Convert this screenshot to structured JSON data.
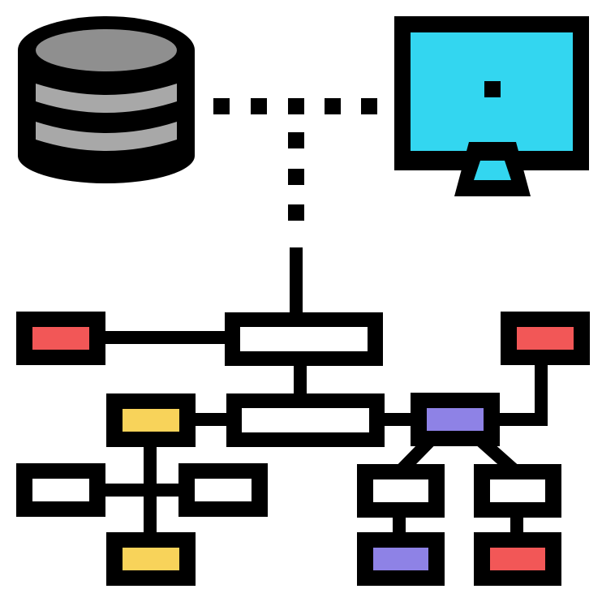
{
  "palette": {
    "outline": "#000000",
    "background": "#ffffff",
    "database_fill": "#8f8f8f",
    "database_band": "#a8a8a8",
    "screen": "#33d6f0",
    "red": "#f25757",
    "yellow": "#f8d35a",
    "purple": "#8e82e6",
    "white": "#ffffff"
  },
  "icons": {
    "database": "database-icon",
    "monitor": "monitor-icon",
    "network": "network-hierarchy-icon"
  },
  "nodes": [
    {
      "id": "root",
      "fill": "white"
    },
    {
      "id": "hub",
      "fill": "white"
    },
    {
      "id": "left-red",
      "fill": "red"
    },
    {
      "id": "right-red",
      "fill": "red"
    },
    {
      "id": "yellow-top",
      "fill": "yellow"
    },
    {
      "id": "yellow-bottom",
      "fill": "yellow"
    },
    {
      "id": "left-white",
      "fill": "white"
    },
    {
      "id": "center-white",
      "fill": "white"
    },
    {
      "id": "purple-hub",
      "fill": "purple"
    },
    {
      "id": "tree-white-left",
      "fill": "white"
    },
    {
      "id": "tree-white-right",
      "fill": "white"
    },
    {
      "id": "tree-purple",
      "fill": "purple"
    },
    {
      "id": "tree-red",
      "fill": "red"
    }
  ]
}
